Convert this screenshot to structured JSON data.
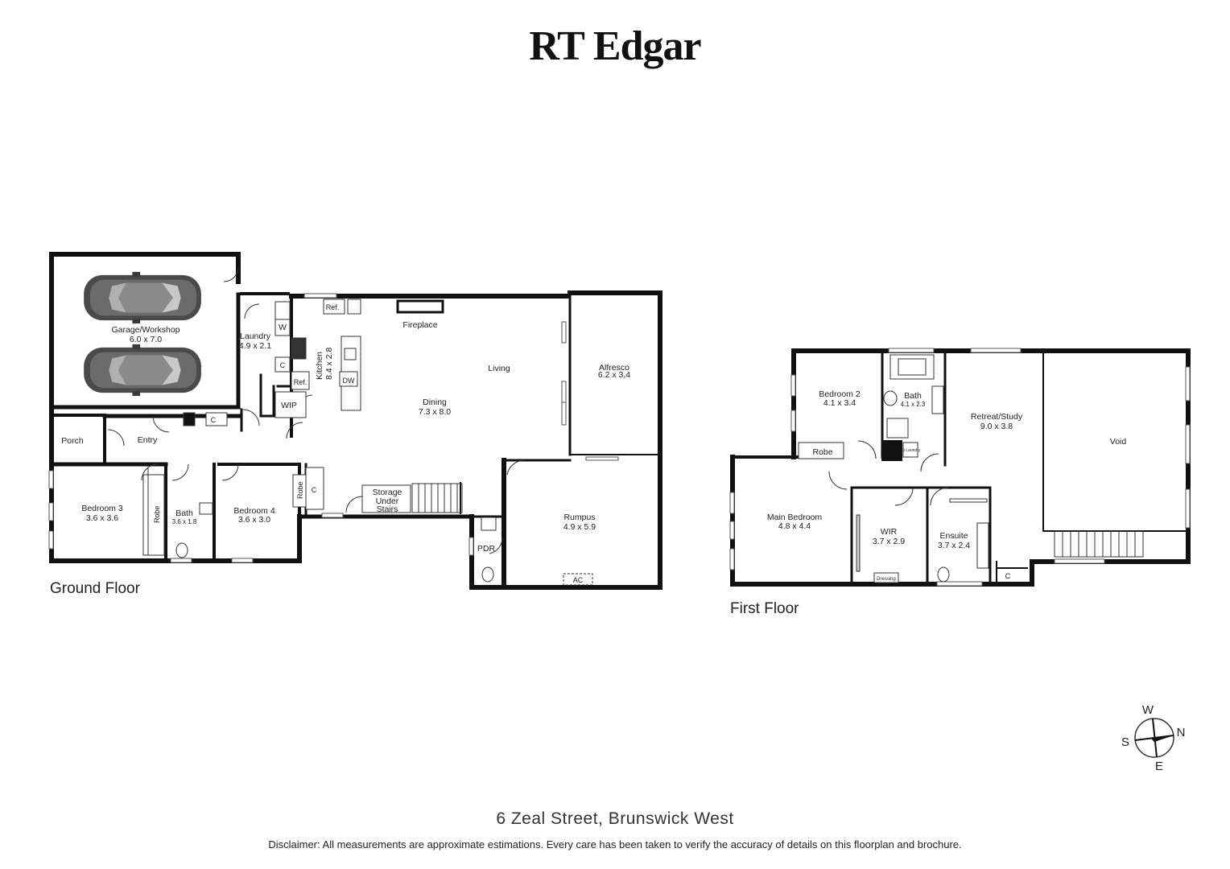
{
  "brand": "RT Edgar",
  "floors": {
    "ground": "Ground Floor",
    "first": "First Floor"
  },
  "ground_rooms": {
    "garage": {
      "name": "Garage/Workshop",
      "size": "6.0 x 7.0"
    },
    "laundry": {
      "name": "Laundry",
      "size": "4.9 x 2.1"
    },
    "kitchen": {
      "name": "Kitchen",
      "size": "8.4 x 2.8"
    },
    "living": {
      "name": "Living"
    },
    "dining": {
      "name": "Dining",
      "size": "7.3 x 8.0"
    },
    "alfresco": {
      "name": "Alfresco",
      "size": "6.2 x 3.4"
    },
    "rumpus": {
      "name": "Rumpus",
      "size": "4.9 x 5.9"
    },
    "bedroom3": {
      "name": "Bedroom 3",
      "size": "3.6 x 3.6"
    },
    "bath": {
      "name": "Bath",
      "size": "3.6 x 1.8"
    },
    "bedroom4": {
      "name": "Bedroom 4",
      "size": "3.6 x 3.0"
    },
    "porch": {
      "name": "Porch"
    },
    "entry": {
      "name": "Entry"
    },
    "wip": "WIP",
    "fireplace": "Fireplace",
    "storage": [
      "Storage",
      "Under",
      "Stairs"
    ],
    "pdr": "PDR",
    "ac": "AC",
    "robe": "Robe",
    "robe2": "Robe",
    "ref1": "Ref.",
    "ref2": "Ref.",
    "dw": "DW",
    "w": "W",
    "c1": "C",
    "c2": "C",
    "c3": "C"
  },
  "first_rooms": {
    "bedroom2": {
      "name": "Bedroom 2",
      "size": "4.1 x 3.4"
    },
    "bath": {
      "name": "Bath",
      "size": "4.1 x 2.3"
    },
    "retreat": {
      "name": "Retreat/Study",
      "size": "9.0 x 3.8"
    },
    "void": {
      "name": "Void"
    },
    "main_bedroom": {
      "name": "Main Bedroom",
      "size": "4.8 x 4.4"
    },
    "wir": {
      "name": "WIR",
      "size": "3.7 x 2.9"
    },
    "ensuite": {
      "name": "Ensuite",
      "size": "3.7 x 2.4"
    },
    "robe": "Robe",
    "to_laundry": "To Laundry",
    "dressing": "Dressing",
    "c": "C"
  },
  "compass": {
    "north": "N",
    "south": "S",
    "east": "E",
    "west": "W"
  },
  "address": "6 Zeal Street, Brunswick West",
  "disclaimer": "Disclaimer: All measurements are approximate estimations. Every care has been taken to verify the accuracy of details on this floorplan and brochure."
}
